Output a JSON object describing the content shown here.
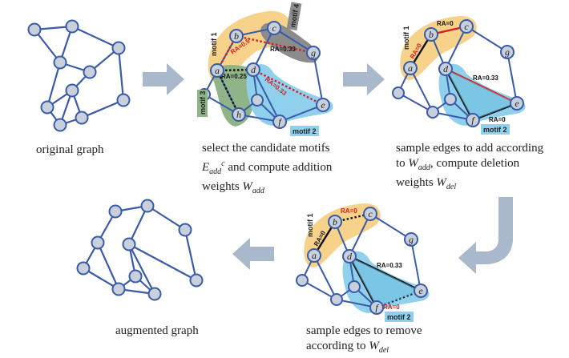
{
  "captions": {
    "p1": "original graph",
    "p2_line1": "select the candidate motifs",
    "p2_line2_pre": "E",
    "p2_line2_sub": "add",
    "p2_line2_sup": "c",
    "p2_line2_post": " and compute addition",
    "p2_line3_pre": "weights ",
    "p2_line3_w": "W",
    "p2_line3_sub": "add",
    "p3_line1": "sample edges to add according",
    "p3_line2_pre": "to ",
    "p3_line2_w": "W",
    "p3_line2_sub": "add",
    "p3_line2_post": ", compute deletion",
    "p3_line3_pre": "weights ",
    "p3_line3_w": "W",
    "p3_line3_sub": "del",
    "p4_line1": "sample edges to remove",
    "p4_line2_pre": "according to ",
    "p4_line2_w": "W",
    "p4_line2_sub": "del",
    "p5": "augmented graph"
  },
  "node_labels": [
    "a",
    "b",
    "c",
    "d",
    "e",
    "f",
    "g",
    "h"
  ],
  "motif_labels": {
    "m1": "motif 1",
    "m2": "motif 2",
    "m3": "motif 3",
    "m4": "motif 4"
  },
  "ra_labels": {
    "p2_ab": "RA=0.5",
    "p2_bg": "RA=0.33",
    "p2_ad": "RA=0.25",
    "p2_de": "RA=0.33",
    "p3_bc": "RA=0",
    "p3_ab": "RA=0",
    "p3_de": "RA=0.33",
    "p3_fe": "RA=0",
    "p4_bc": "RA=0",
    "p4_ab": "RA=0",
    "p4_de": "RA=0.33",
    "p4_fe": "RA=0"
  },
  "colors": {
    "node_fill": "#c8d0dc",
    "edge": "#3a5ba8",
    "arrow": "#aab8cc",
    "motif1": "#f6d28a",
    "motif2": "#8fd0ec",
    "motif3": "#8fb487",
    "motif4": "#8c8c8c",
    "red": "#d41f1f",
    "black": "#111111"
  }
}
